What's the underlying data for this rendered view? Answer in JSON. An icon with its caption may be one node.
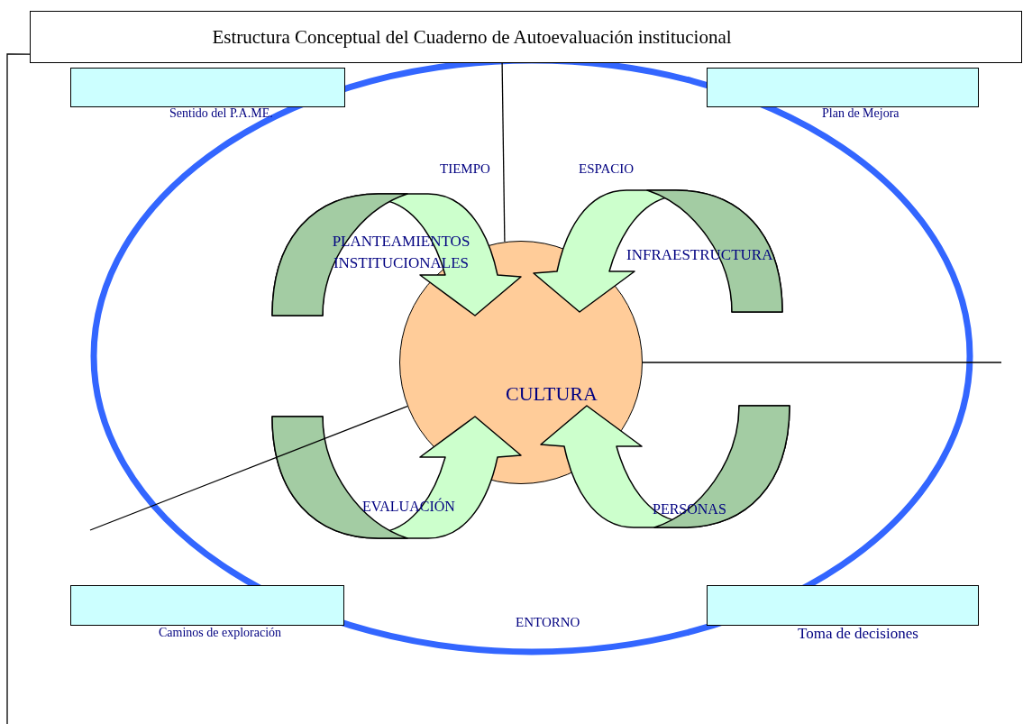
{
  "diagram": {
    "nodes": [
      {
        "text": [
          "Estructura Conceptual del Cuaderno de Autoevaluación institucional"
        ]
      },
      {
        "text": [
          "Sentido del P.A.ME."
        ]
      },
      {
        "text": [
          "Plan de Mejora"
        ]
      },
      {
        "text": [
          "CULTURA"
        ]
      },
      {
        "text": [
          "Caminos de exploración"
        ]
      },
      {
        "text": [
          "Toma de decisiones"
        ]
      }
    ],
    "edges": [
      {
        "from": 0,
        "to": 3,
        "arrow": "none"
      },
      {
        "from": 3,
        "to": null,
        "arrow": "none"
      },
      {
        "from": 3,
        "to": null,
        "arrow": "none"
      },
      {
        "from": 0,
        "to": null,
        "arrow": "none"
      }
    ],
    "labels": [
      "TIEMPO",
      "ESPACIO",
      "PLANTEAMIENTOS INSTITUCIONALES",
      "INFRAESTRUCTURA",
      "EVALUACIÓN",
      "PERSONAS",
      "ENTORNO"
    ]
  }
}
